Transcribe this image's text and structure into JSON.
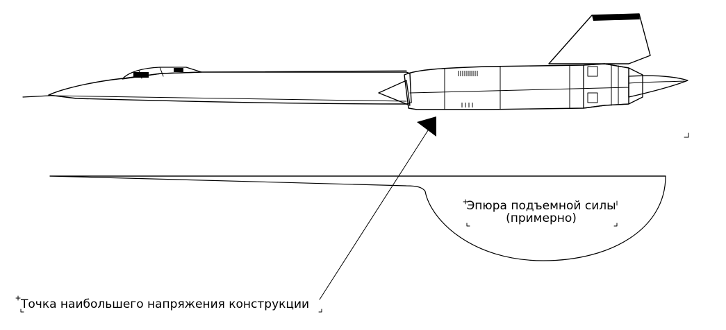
{
  "colors": {
    "background": "#ffffff",
    "lift_fill": "#efe0d3",
    "stroke": "#000000"
  },
  "labels": {
    "lift_line1": "Эпюра подъемной силы",
    "lift_line2": "(примерно)",
    "stress_point": "Точка наибольшего напряжения конструкции"
  }
}
